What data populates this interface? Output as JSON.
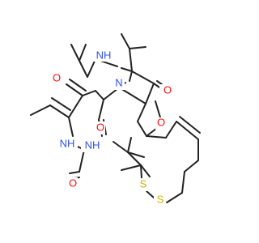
{
  "colors": {
    "bond": "#222222",
    "nitrogen": "#3050F8",
    "oxygen": "#FF0D0D",
    "sulfur": "#C8B400",
    "background": "#ffffff"
  },
  "atoms": {
    "nh_top": "NH",
    "n_mid": "N",
    "o_ester_carbonyl": "O",
    "o_ring": "O",
    "o_left": "O",
    "nh_left": "NH",
    "o_mid": "O",
    "nh_mid": "NH",
    "o_low": "O",
    "s_upper": "S",
    "s_lower": "S"
  }
}
